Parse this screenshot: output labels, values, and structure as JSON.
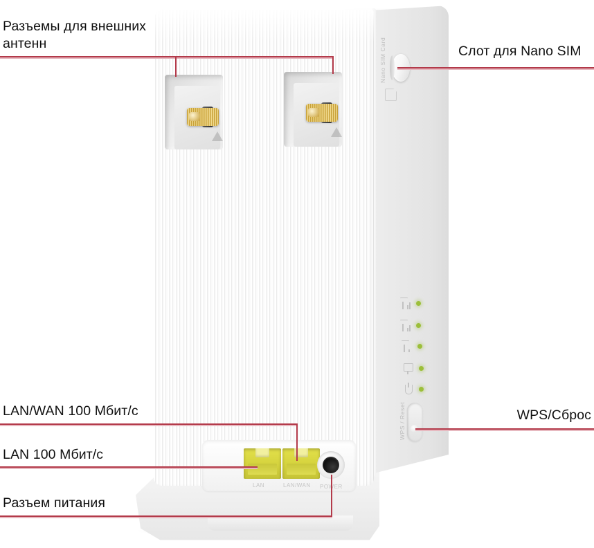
{
  "product": {
    "type": "4g-lte-router-rear-view",
    "callouts": [
      {
        "id": "external-antenna-connectors",
        "label": "Разъемы для внешних\nантенн",
        "position": "top-left"
      },
      {
        "id": "nano-sim-slot",
        "label": "Слот для Nano SIM",
        "position": "top-right"
      },
      {
        "id": "lan-wan-port",
        "label": "LAN/WAN 100 Мбит/с",
        "position": "bottom-left"
      },
      {
        "id": "lan-port",
        "label": "LAN 100 Мбит/с",
        "position": "bottom-left"
      },
      {
        "id": "power-connector",
        "label": "Разъем питания",
        "position": "bottom-left"
      },
      {
        "id": "wps-reset-button",
        "label": "WPS/Сброс",
        "position": "bottom-right"
      }
    ],
    "device_markings": {
      "sim_slot_text": "Nano\nSIM Card",
      "wps_button_text": "WPS / Reset",
      "port_labels": [
        "LAN",
        "LAN/WAN",
        "POWER"
      ]
    },
    "status_leds": [
      {
        "name": "signal-strength-led-1",
        "icon": "signal-bars-icon",
        "state": "on"
      },
      {
        "name": "signal-strength-led-2",
        "icon": "signal-bars-icon",
        "state": "on"
      },
      {
        "name": "internet-led",
        "icon": "antenna-icon",
        "state": "on"
      },
      {
        "name": "lan-led",
        "icon": "lan-icon",
        "state": "on"
      },
      {
        "name": "power-led",
        "icon": "power-icon",
        "state": "on"
      }
    ],
    "colors": {
      "leader_line": "#b33a4a",
      "leader_glow": "#e7b9c0",
      "label_text": "#111111",
      "body": "#ffffff",
      "side_panel": "#e6e6e6",
      "rj45_port": "#d6d43f",
      "sma_connector": "#c9a23a",
      "led_green": "#9cbf3a",
      "background": "#ffffff"
    }
  }
}
